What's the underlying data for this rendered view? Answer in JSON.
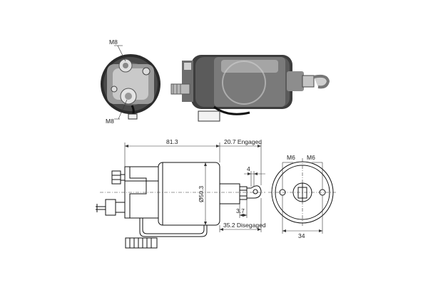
{
  "photos": {
    "rear_view": {
      "top_terminal_label": "M8",
      "bottom_terminal_label": "M8"
    },
    "side_view": {}
  },
  "drawing": {
    "dimensions": {
      "overall_length": "81.3",
      "engaged_stroke": "20.7 Engaged",
      "diameter": "Ø50.3",
      "plunger_step": "4",
      "plunger_offset": "3.7",
      "disengaged_length": "35.2 Disegaged",
      "end_width": "34",
      "left_thread": "M6",
      "right_thread": "M6"
    }
  },
  "colors": {
    "line": "#111111",
    "body": "#3a3a3a",
    "metal": "#b8b8b8",
    "background": "#ffffff"
  }
}
